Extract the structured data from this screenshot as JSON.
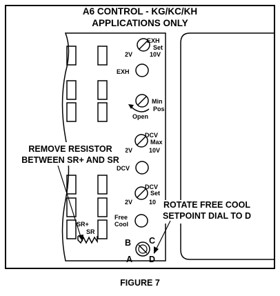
{
  "title": {
    "line1": "A6 CONTROL - KG/KC/KH",
    "line2": "APPLICATIONS ONLY"
  },
  "caption": "FIGURE 7",
  "controls": {
    "exh_set": {
      "name": "EXH",
      "sub": "Set",
      "low": "2V",
      "high": "10V"
    },
    "exh_led": "EXH",
    "min_pos": {
      "name": "Min",
      "sub": "Pos",
      "dir": "Open"
    },
    "dcv_max": {
      "name": "DCV",
      "sub": "Max",
      "low": "2V",
      "high": "10V"
    },
    "dcv_led": "DCV",
    "dcv_set": {
      "name": "DCV",
      "sub": "Set",
      "low": "2V",
      "high": "10"
    },
    "free_cool": {
      "line1": "Free",
      "line2": "Cool"
    },
    "dial": {
      "b": "B",
      "c": "C",
      "a": "A",
      "d": "D"
    }
  },
  "terminals": {
    "plus": "SR+",
    "minus": "SR"
  },
  "notes": {
    "resistor": {
      "line1": "REMOVE RESISTOR",
      "line2": "BETWEEN SR+ AND SR"
    },
    "free_cool": {
      "line1": "ROTATE FREE COOL",
      "line2": "SETPOINT DIAL TO D"
    }
  }
}
